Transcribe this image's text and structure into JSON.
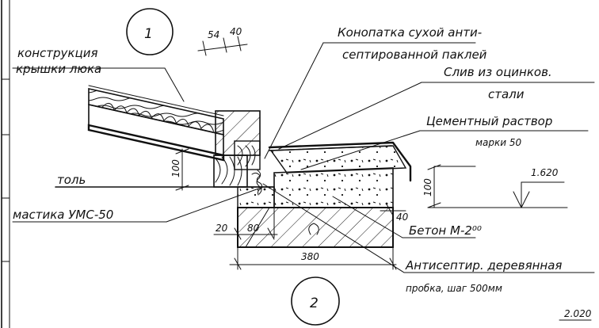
{
  "callouts": {
    "one": "1",
    "two": "2"
  },
  "labels": {
    "roof_line1": "конструкция",
    "roof_line2": "крышки люка",
    "caulk_line1": "Конопатка сухой анти-",
    "caulk_line2": "септированной паклей",
    "drip_line1": "Слив из оцинков.",
    "drip_line2": "стали",
    "mortar_line1": "Цементный раствор",
    "mortar_line2": "марки 50",
    "felt": "толь",
    "mastic": "мастика УМС-50",
    "concrete": "Бетон М-2⁰⁰",
    "plug_line1": "Антисептир. деревянная",
    "plug_line2": "пробка, шаг 500мм",
    "sheet_ref": "2.020"
  },
  "dimensions": {
    "d54": "54",
    "d40_top": "40",
    "d100_left": "100",
    "d100_right": "100",
    "level": "1.620",
    "d20": "20",
    "d80": "80",
    "d40_right": "40",
    "d380": "380"
  }
}
